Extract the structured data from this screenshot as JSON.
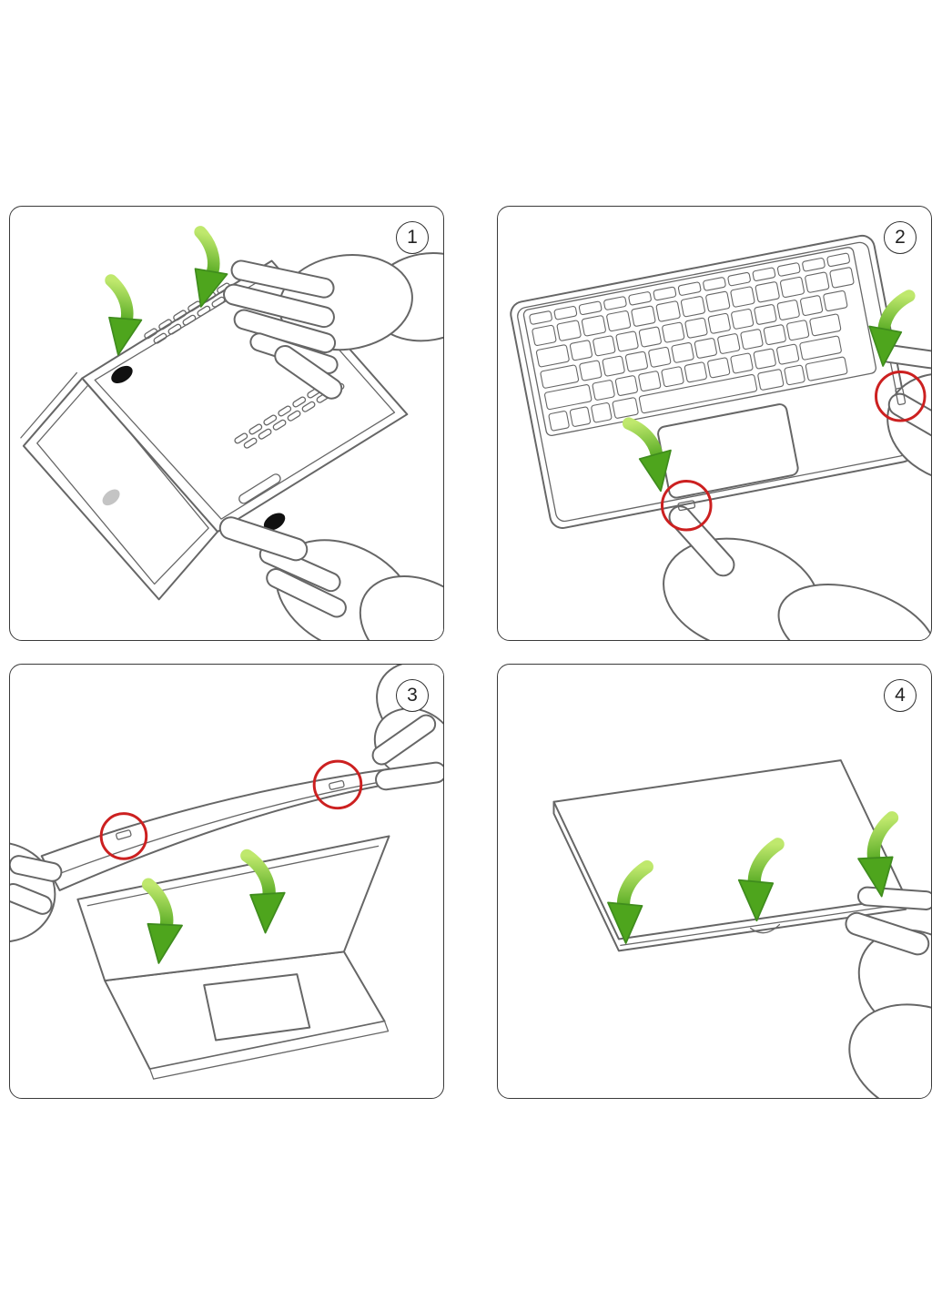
{
  "steps": [
    {
      "number": "1",
      "illustration": "press-hard-case-onto-laptop-bottom-icon"
    },
    {
      "number": "2",
      "illustration": "snap-edge-clips-keyboard-side-icon"
    },
    {
      "number": "3",
      "illustration": "attach-top-cover-clips-icon"
    },
    {
      "number": "4",
      "illustration": "press-cover-on-closed-laptop-icon"
    }
  ],
  "colors": {
    "background": "#ffffff",
    "panel_border": "#3a3a3a",
    "badge_border": "#2f2f2f",
    "line_art": "#666666",
    "arrow_gradient_start": "#bfe86d",
    "arrow_gradient_end": "#4ea51d",
    "arrow_outline": "#3f8c1d",
    "highlight_circle": "#cc2020",
    "foot": "#101010",
    "logo_spot": "#c4c4c4"
  }
}
